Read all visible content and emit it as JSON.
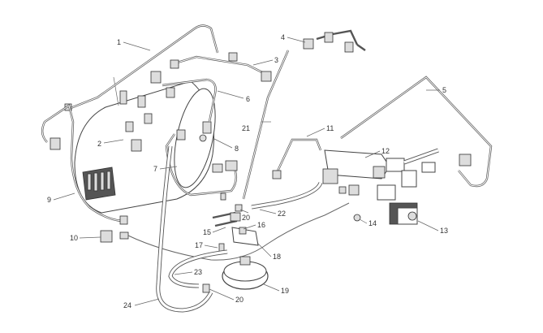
{
  "labels": [
    "1",
    "2",
    "3",
    "4",
    "5",
    "6",
    "7",
    "8",
    "9",
    "10",
    "11",
    "12",
    "13",
    "14",
    "15",
    "16",
    "17",
    "18",
    "19",
    "20",
    "21",
    "22",
    "23",
    "24",
    "20"
  ]
}
